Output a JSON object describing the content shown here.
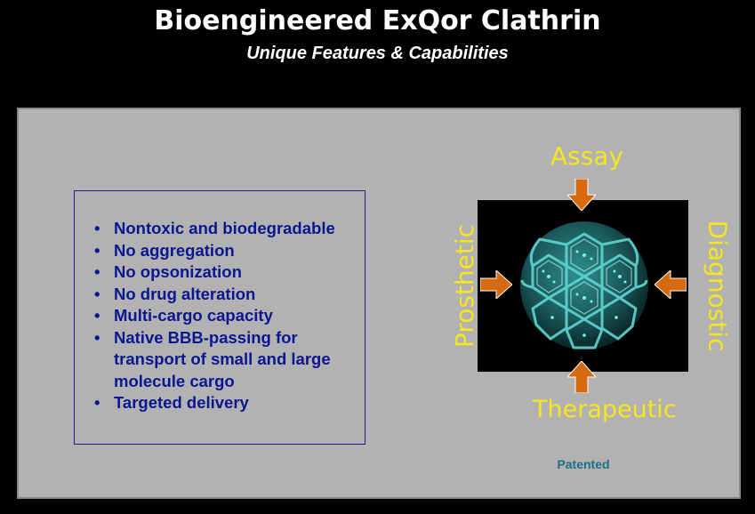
{
  "header": {
    "title": "Bioengineered ExQor Clathrin",
    "subtitle": "Unique Features & Capabilities"
  },
  "features": [
    {
      "bullet": "•",
      "text": "Nontoxic and biodegradable"
    },
    {
      "bullet": "•",
      "text": "No aggregation"
    },
    {
      "bullet": "•",
      "text": "No opsonization"
    },
    {
      "bullet": "•",
      "text": "No drug alteration"
    },
    {
      "bullet": "•",
      "text": "Multi-cargo capacity"
    },
    {
      "bullet": "•",
      "text": "Native BBB-passing for transport of small and large molecule cargo"
    },
    {
      "bullet": "•",
      "text": "Targeted delivery"
    }
  ],
  "diagram": {
    "top_label": "Assay",
    "bottom_label": "Therapeutic",
    "left_label": "Prosthetic",
    "right_label": "Diagnostic",
    "arrow_color": "#d66a0f",
    "label_color": "#f7e61f",
    "sphere_color": "#4fc9c6",
    "image_icon": "clathrin-cage-icon"
  },
  "footer": {
    "patented": "Patented"
  },
  "colors": {
    "background": "#000000",
    "panel": "#b2b2b2",
    "feature_text": "#0b1691",
    "patented_text": "#1b6f88"
  }
}
